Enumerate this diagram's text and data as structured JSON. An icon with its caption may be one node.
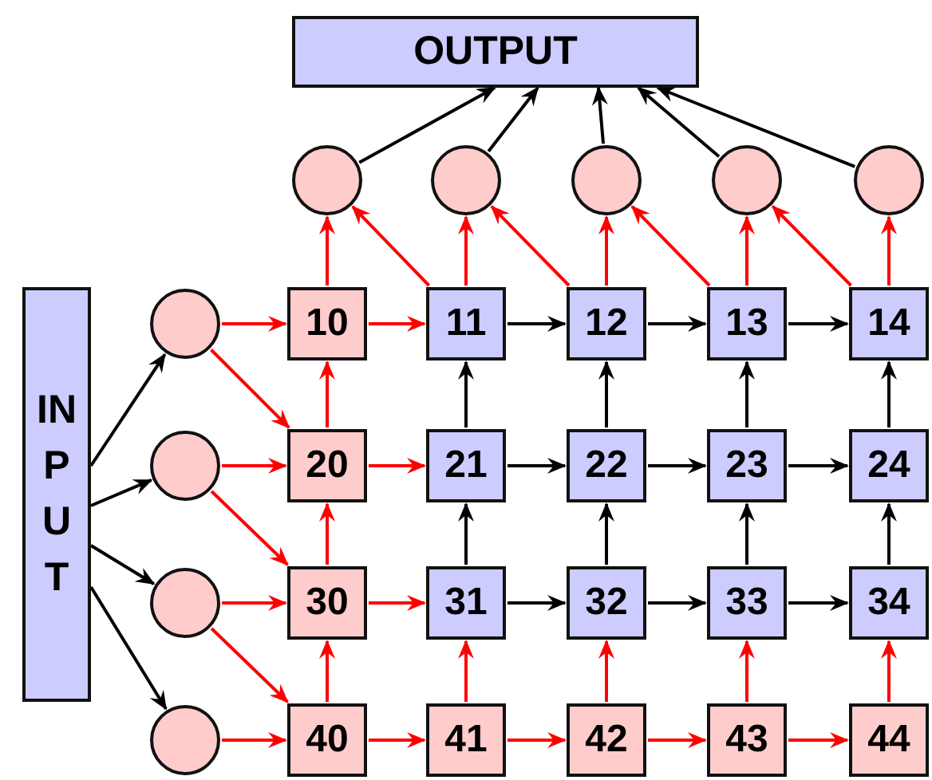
{
  "diagram": {
    "nodes": [
      {
        "text": [
          "OUTPUT"
        ]
      },
      {
        "text": [],
        "shape": "circle"
      },
      {
        "text": [],
        "shape": "circle"
      },
      {
        "text": [],
        "shape": "circle"
      },
      {
        "text": [],
        "shape": "circle"
      },
      {
        "text": [],
        "shape": "circle"
      },
      {
        "text": [
          "INPUT"
        ]
      },
      {
        "text": [],
        "shape": "circle"
      },
      {
        "text": [
          "10"
        ]
      },
      {
        "text": [
          "11"
        ]
      },
      {
        "text": [
          "12"
        ]
      },
      {
        "text": [
          "13"
        ]
      },
      {
        "text": [
          "14"
        ]
      },
      {
        "text": [],
        "shape": "circle"
      },
      {
        "text": [
          "20"
        ]
      },
      {
        "text": [
          "21"
        ]
      },
      {
        "text": [
          "22"
        ]
      },
      {
        "text": [
          "23"
        ]
      },
      {
        "text": [
          "24"
        ]
      },
      {
        "text": [],
        "shape": "circle"
      },
      {
        "text": [
          "30"
        ]
      },
      {
        "text": [
          "31"
        ]
      },
      {
        "text": [
          "32"
        ]
      },
      {
        "text": [
          "33"
        ]
      },
      {
        "text": [
          "34"
        ]
      },
      {
        "text": [],
        "shape": "circle"
      },
      {
        "text": [
          "40"
        ]
      },
      {
        "text": [
          "41"
        ]
      },
      {
        "text": [
          "42"
        ]
      },
      {
        "text": [
          "43"
        ]
      },
      {
        "text": [
          "44"
        ]
      }
    ],
    "edges": [
      {
        "from": 6,
        "to": 7,
        "arrow": "to",
        "color": "#000000"
      },
      {
        "from": 6,
        "to": 13,
        "arrow": "to",
        "color": "#000000"
      },
      {
        "from": 6,
        "to": 19,
        "arrow": "to",
        "color": "#000000"
      },
      {
        "from": 6,
        "to": 25,
        "arrow": "to",
        "color": "#000000"
      },
      {
        "from": 7,
        "to": 8,
        "arrow": "to"
      },
      {
        "from": 7,
        "to": 14,
        "arrow": "to"
      },
      {
        "from": 13,
        "to": 14,
        "arrow": "to"
      },
      {
        "from": 13,
        "to": 20,
        "arrow": "to"
      },
      {
        "from": 19,
        "to": 20,
        "arrow": "to"
      },
      {
        "from": 19,
        "to": 26,
        "arrow": "to"
      },
      {
        "from": 25,
        "to": 26,
        "arrow": "to"
      },
      {
        "from": 26,
        "to": 20,
        "arrow": "to"
      },
      {
        "from": 20,
        "to": 14,
        "arrow": "to"
      },
      {
        "from": 14,
        "to": 8,
        "arrow": "to"
      },
      {
        "from": 8,
        "to": 9,
        "arrow": "to"
      },
      {
        "from": 9,
        "to": 10,
        "arrow": "to",
        "color": "#000000"
      },
      {
        "from": 10,
        "to": 11,
        "arrow": "to",
        "color": "#000000"
      },
      {
        "from": 11,
        "to": 12,
        "arrow": "to",
        "color": "#000000"
      },
      {
        "from": 14,
        "to": 15,
        "arrow": "to"
      },
      {
        "from": 15,
        "to": 16,
        "arrow": "to",
        "color": "#000000"
      },
      {
        "from": 16,
        "to": 17,
        "arrow": "to",
        "color": "#000000"
      },
      {
        "from": 17,
        "to": 18,
        "arrow": "to",
        "color": "#000000"
      },
      {
        "from": 20,
        "to": 21,
        "arrow": "to"
      },
      {
        "from": 21,
        "to": 22,
        "arrow": "to",
        "color": "#000000"
      },
      {
        "from": 22,
        "to": 23,
        "arrow": "to",
        "color": "#000000"
      },
      {
        "from": 23,
        "to": 24,
        "arrow": "to",
        "color": "#000000"
      },
      {
        "from": 26,
        "to": 27,
        "arrow": "to"
      },
      {
        "from": 27,
        "to": 28,
        "arrow": "to"
      },
      {
        "from": 28,
        "to": 29,
        "arrow": "to"
      },
      {
        "from": 29,
        "to": 30,
        "arrow": "to"
      },
      {
        "from": 27,
        "to": 21,
        "arrow": "to"
      },
      {
        "from": 21,
        "to": 15,
        "arrow": "to",
        "color": "#000000"
      },
      {
        "from": 15,
        "to": 9,
        "arrow": "to",
        "color": "#000000"
      },
      {
        "from": 28,
        "to": 22,
        "arrow": "to"
      },
      {
        "from": 22,
        "to": 16,
        "arrow": "to",
        "color": "#000000"
      },
      {
        "from": 16,
        "to": 10,
        "arrow": "to",
        "color": "#000000"
      },
      {
        "from": 29,
        "to": 23,
        "arrow": "to"
      },
      {
        "from": 23,
        "to": 17,
        "arrow": "to",
        "color": "#000000"
      },
      {
        "from": 17,
        "to": 11,
        "arrow": "to",
        "color": "#000000"
      },
      {
        "from": 30,
        "to": 24,
        "arrow": "to"
      },
      {
        "from": 24,
        "to": 18,
        "arrow": "to",
        "color": "#000000"
      },
      {
        "from": 18,
        "to": 12,
        "arrow": "to",
        "color": "#000000"
      },
      {
        "from": 8,
        "to": 1,
        "arrow": "to"
      },
      {
        "from": 9,
        "to": 2,
        "arrow": "to"
      },
      {
        "from": 9,
        "to": 1,
        "arrow": "to"
      },
      {
        "from": 10,
        "to": 3,
        "arrow": "to"
      },
      {
        "from": 10,
        "to": 2,
        "arrow": "to"
      },
      {
        "from": 11,
        "to": 4,
        "arrow": "to"
      },
      {
        "from": 11,
        "to": 3,
        "arrow": "to"
      },
      {
        "from": 12,
        "to": 5,
        "arrow": "to"
      },
      {
        "from": 12,
        "to": 4,
        "arrow": "to"
      },
      {
        "from": 1,
        "to": 0,
        "arrow": "to",
        "color": "#000000"
      },
      {
        "from": 2,
        "to": 0,
        "arrow": "to",
        "color": "#000000"
      },
      {
        "from": 3,
        "to": 0,
        "arrow": "to",
        "color": "#000000"
      },
      {
        "from": 4,
        "to": 0,
        "arrow": "to",
        "color": "#000000"
      },
      {
        "from": 5,
        "to": 0,
        "arrow": "to",
        "color": "#000000"
      }
    ]
  }
}
